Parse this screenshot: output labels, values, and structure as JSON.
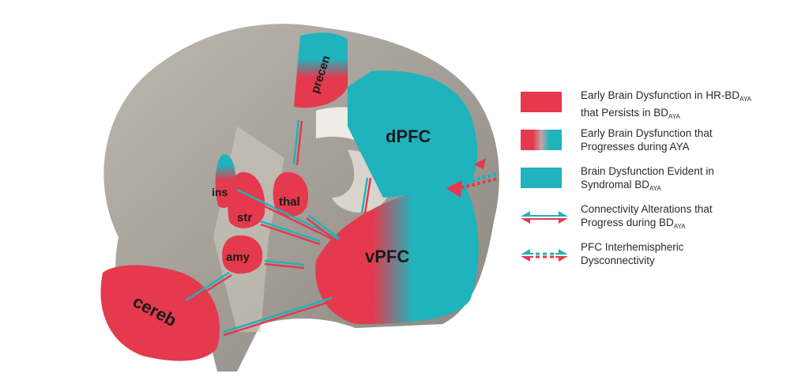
{
  "colors": {
    "red": "#e5394d",
    "teal": "#1fb3bd",
    "brain": "#a9a49c"
  },
  "regions": {
    "precen": "precen",
    "dpfc": "dPFC",
    "vpfc": "vPFC",
    "ins": "ins",
    "str": "str",
    "thal": "thal",
    "amy": "amy",
    "cereb": "cereb"
  },
  "legend": [
    {
      "line1": "Early Brain Dysfunction in HR-BD",
      "sub1": "AYA",
      "line2": "that Persists in BD",
      "sub2": "AYA"
    },
    {
      "line1": "Early Brain Dysfunction that",
      "line2": "Progresses during AYA"
    },
    {
      "line1": "Brain Dysfunction Evident in",
      "line2": "Syndromal BD",
      "sub2": "AYA"
    },
    {
      "line1": "Connectivity Alterations that",
      "line2": "Progress during BD",
      "sub2": "AYA"
    },
    {
      "line1": "PFC Interhemispheric",
      "line2": "Dysconnectivity"
    }
  ]
}
